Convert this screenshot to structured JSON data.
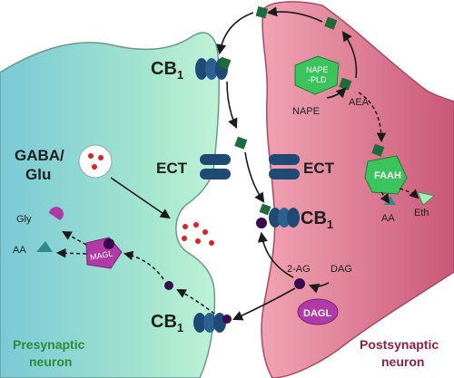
{
  "labels": {
    "cb1": "CB",
    "cb1_sub": "1",
    "ect": "ECT",
    "gaba_glu_line1": "GABA/",
    "gaba_glu_line2": "Glu",
    "gly": "Gly",
    "aa": "AA",
    "magl": "MAGL",
    "nape_pld_line1": "NAPE",
    "nape_pld_line2": "-PLD",
    "nape": "NAPE",
    "aea": "AEA",
    "faah": "FAAH",
    "eth": "Eth",
    "two_ag": "2-AG",
    "dag": "DAG",
    "dagl": "DAGL"
  },
  "neurons": {
    "presynaptic_line1": "Presynaptic",
    "presynaptic_line2": "neuron",
    "postsynaptic_line1": "Postsynaptic",
    "postsynaptic_line2": "neuron"
  },
  "colors": {
    "presynaptic_fill": "#9fe0d6",
    "postsynaptic_fill": "#d9748f",
    "presynaptic_text": "#2e8b3a",
    "postsynaptic_text": "#8e2042",
    "receptor": "#1e4a73",
    "anandamide": "#1e6b3c",
    "two_ag_dot": "#3b0a4e",
    "enzyme_green": "#3cc45c",
    "enzyme_purple": "#b03aa7",
    "vesicle_dot": "#e02020"
  }
}
